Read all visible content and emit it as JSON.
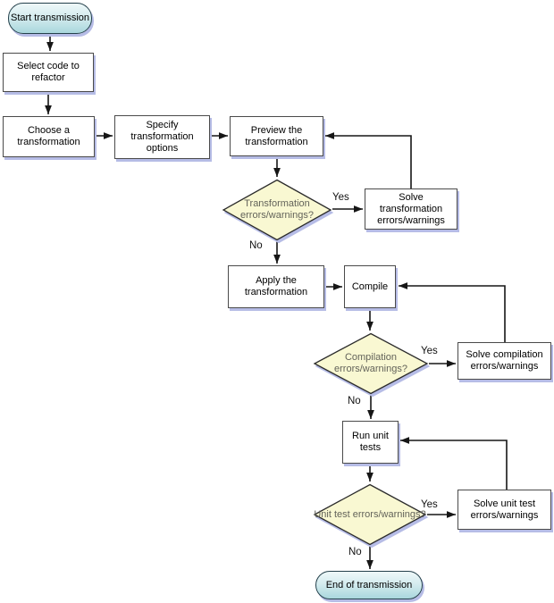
{
  "diagram": {
    "type": "flowchart",
    "subject": "code refactoring transformation workflow",
    "nodes": {
      "start": {
        "label": "Start transmission",
        "shape": "terminal"
      },
      "select_code": {
        "label": "Select code to refactor",
        "shape": "process"
      },
      "choose_transformation": {
        "label": "Choose a transformation",
        "shape": "process"
      },
      "specify_options": {
        "label": "Specify transformation options",
        "shape": "process"
      },
      "preview": {
        "label": "Preview the transformation",
        "shape": "process"
      },
      "transformation_errors": {
        "label": "Transformation errors/warnings?",
        "shape": "decision"
      },
      "solve_transformation": {
        "label": "Solve transformation errors/warnings",
        "shape": "process"
      },
      "apply": {
        "label": "Apply the transformation",
        "shape": "process"
      },
      "compile": {
        "label": "Compile",
        "shape": "process"
      },
      "compilation_errors": {
        "label": "Compilation errors/warnings?",
        "shape": "decision"
      },
      "solve_compilation": {
        "label": "Solve compilation errors/warnings",
        "shape": "process"
      },
      "run_tests": {
        "label": "Run unit tests",
        "shape": "process"
      },
      "unit_test_errors": {
        "label": "Unit test errors/warnings?",
        "shape": "decision"
      },
      "solve_unit_test": {
        "label": "Solve unit test errors/warnings",
        "shape": "process"
      },
      "end": {
        "label": "End of transmission",
        "shape": "terminal"
      }
    },
    "edge_labels": {
      "yes": "Yes",
      "no": "No"
    },
    "colors": {
      "terminal_fill_top": "#eef8f9",
      "terminal_fill_bottom": "#a9d7dd",
      "terminal_border": "#24404b",
      "process_fill": "#ffffff",
      "process_border": "#4a4a4a",
      "decision_fill": "#f9f8d2",
      "decision_border": "#2b2b2b",
      "decision_text": "#63635a",
      "shadow": "#b6bce6",
      "arrow": "#161616"
    }
  }
}
